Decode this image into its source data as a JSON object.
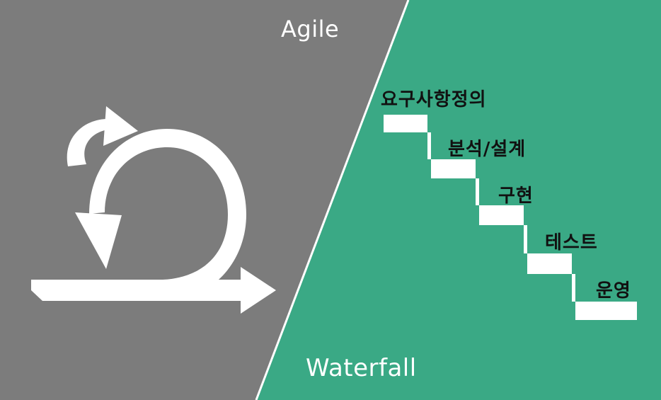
{
  "colors": {
    "agile_background": "#7c7c7c",
    "waterfall_background": "#3aa985",
    "icon_fill": "#ffffff",
    "label_text": "#111111"
  },
  "agile": {
    "title": "Agile",
    "icon": "iterative-loop-arrow-icon"
  },
  "waterfall": {
    "title": "Waterfall",
    "icon": "staircase-icon",
    "steps": [
      "요구사항정의",
      "분석/설계",
      "구현",
      "테스트",
      "운영"
    ]
  }
}
